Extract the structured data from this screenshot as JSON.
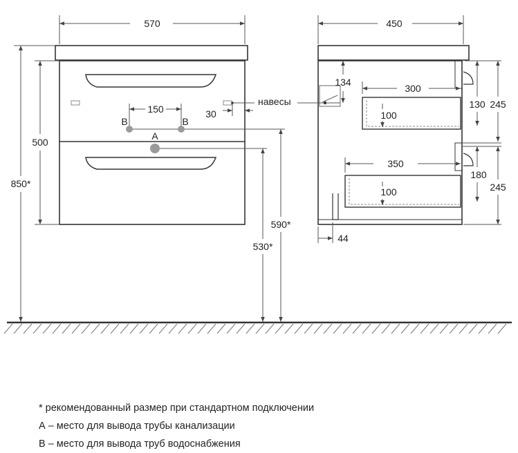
{
  "front_view": {
    "width_label": "570",
    "body_height_label": "500",
    "total_height_label": "850*",
    "pipe_spacing_label": "150",
    "hanger_offset_label": "30",
    "hanger_label": "навесы",
    "outlet_a_label": "A",
    "outlet_b_left_label": "B",
    "outlet_b_right_label": "B",
    "drain_height_label": "530*",
    "supply_height_label": "590*"
  },
  "side_view": {
    "depth_label": "450",
    "hanger_height_label": "134",
    "upper_drawer_depth_label": "300",
    "upper_drawer_inner_height_label": "100",
    "upper_front_height_label": "130",
    "upper_section_label": "245",
    "lower_drawer_depth_label": "350",
    "lower_drawer_inner_height_label": "100",
    "lower_front_height_label": "180",
    "lower_section_label": "245",
    "panel_thickness_label": "44"
  },
  "notes": [
    "* рекомендованный размер при стандартном подключении",
    "А – место для вывода трубы канализации",
    "В – место для вывода труб водоснабжения"
  ],
  "colors": {
    "line": "#333333",
    "dim": "#555555",
    "outlet": "#9a9a9a"
  }
}
